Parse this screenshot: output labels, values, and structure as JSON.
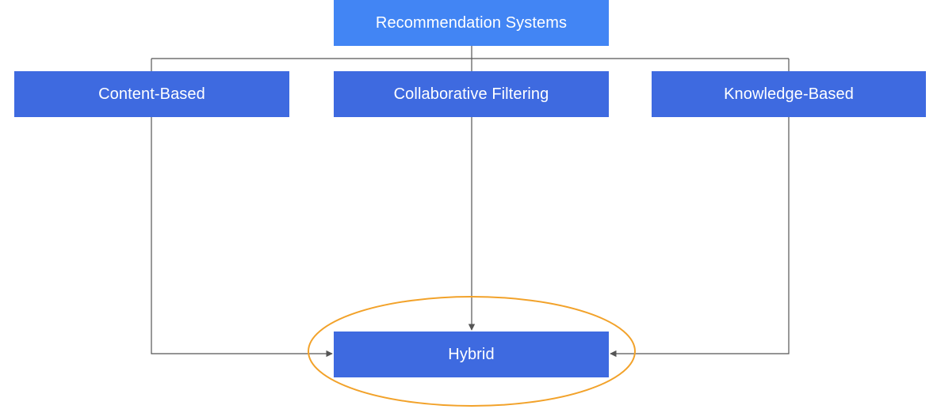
{
  "diagram": {
    "root": {
      "label": "Recommendation Systems",
      "color": "#4285f4"
    },
    "categories": [
      {
        "id": "content",
        "label": "Content-Based"
      },
      {
        "id": "collab",
        "label": "Collaborative Filtering"
      },
      {
        "id": "knowledge",
        "label": "Knowledge-Based"
      }
    ],
    "result": {
      "label": "Hybrid",
      "highlight_color": "#f2a22a"
    },
    "node_color": "#3e6ae0",
    "connector_color": "#555555"
  }
}
